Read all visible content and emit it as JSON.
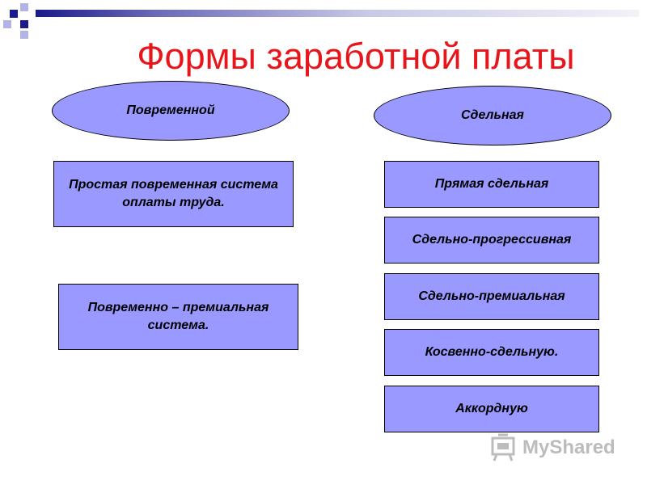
{
  "title": "Формы заработной платы",
  "left": {
    "category": "Повременной",
    "items": [
      "Простая повременная система оплаты труда.",
      "Повременно – премиальная система."
    ]
  },
  "right": {
    "category": "Сдельная",
    "items": [
      "Прямая сдельная",
      "Сдельно-прогрессивная",
      "Сдельно-премиальная",
      "Косвенно-сдельную.",
      "Аккордную"
    ]
  },
  "watermark": {
    "text": "MyShared",
    "icon": "myshared-logo-icon"
  },
  "colors": {
    "title": "#e8151b",
    "shape_fill": "#9999ff",
    "accent_navy": "#1a1a8c"
  }
}
